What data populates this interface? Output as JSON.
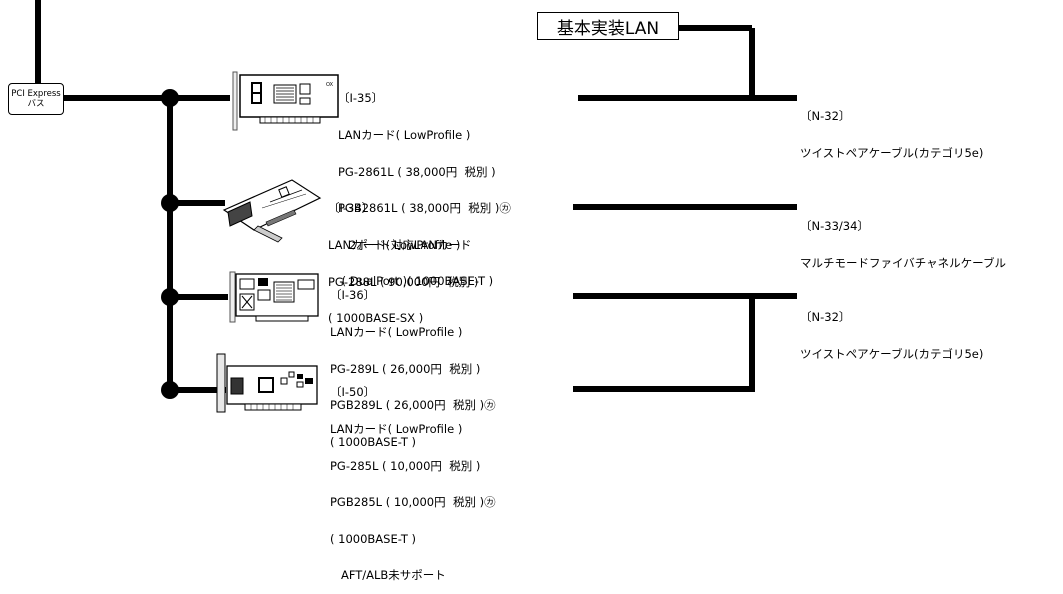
{
  "bus": {
    "line1": "PCI Express",
    "line2": "バス"
  },
  "lan": {
    "label": "基本実装LAN"
  },
  "cards": [
    {
      "lines": [
        "〔I-35〕",
        "LANカード( LowProfile )",
        "PG-2861L ( 38,000円  税別 )",
        "PGB2861L ( 38,000円  税別 )㋕",
        "   2ポート対応LANカード",
        " ( DualPort )( 1000BASE-T )"
      ]
    },
    {
      "lines": [
        "〔I-34〕",
        "LANカード( LowProfile )",
        "PG-288L ( 90,000円  税別 )",
        "( 1000BASE-SX )"
      ]
    },
    {
      "lines": [
        "〔I-36〕",
        "LANカード( LowProfile )",
        "PG-289L ( 26,000円  税別 )",
        "PGB289L ( 26,000円  税別 )㋕",
        "( 1000BASE-T )"
      ]
    },
    {
      "lines": [
        "〔I-50〕",
        "LANカード( LowProfile )",
        "PG-285L ( 10,000円  税別 )",
        "PGB285L ( 10,000円  税別 )㋕",
        "( 1000BASE-T )",
        "   AFT/ALB未サポート"
      ]
    }
  ],
  "cables": [
    {
      "lines": [
        "〔N-32〕",
        "ツイストペアケーブル(カテゴリ5e)"
      ]
    },
    {
      "lines": [
        "〔N-33/34〕",
        "マルチモードファイバチャネルケーブル"
      ]
    },
    {
      "lines": [
        "〔N-32〕",
        "ツイストペアケーブル(カテゴリ5e)"
      ]
    }
  ]
}
